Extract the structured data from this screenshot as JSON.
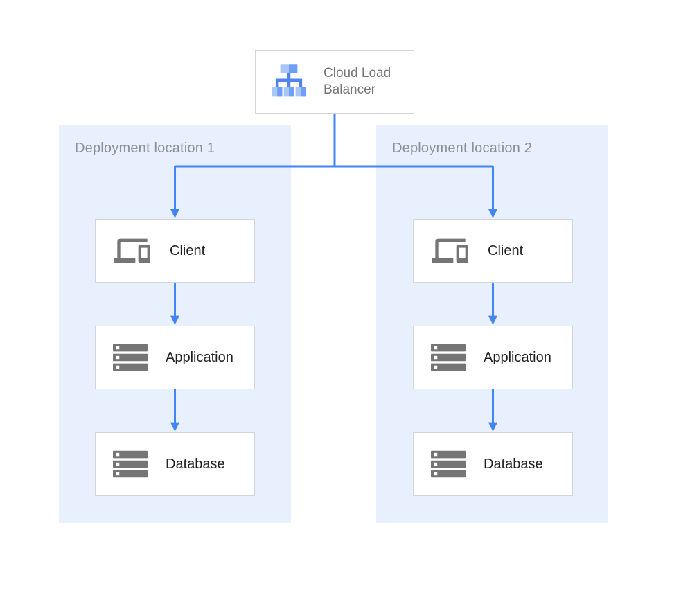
{
  "diagram": {
    "load_balancer": {
      "label": "Cloud Load Balancer",
      "icon": "load-balancer-icon"
    },
    "regions": [
      {
        "label": "Deployment location 1",
        "nodes": [
          {
            "label": "Client",
            "icon": "devices-icon"
          },
          {
            "label": "Application",
            "icon": "server-stack-icon"
          },
          {
            "label": "Database",
            "icon": "server-stack-icon"
          }
        ]
      },
      {
        "label": "Deployment location 2",
        "nodes": [
          {
            "label": "Client",
            "icon": "devices-icon"
          },
          {
            "label": "Application",
            "icon": "server-stack-icon"
          },
          {
            "label": "Database",
            "icon": "server-stack-icon"
          }
        ]
      }
    ],
    "connections": [
      {
        "from": "cloud-load-balancer",
        "to": "client-1"
      },
      {
        "from": "cloud-load-balancer",
        "to": "client-2"
      },
      {
        "from": "client-1",
        "to": "application-1"
      },
      {
        "from": "application-1",
        "to": "database-1"
      },
      {
        "from": "client-2",
        "to": "application-2"
      },
      {
        "from": "application-2",
        "to": "database-2"
      }
    ],
    "colors": {
      "arrow_blue": "#4285F4",
      "region_background": "#E8F0FE",
      "region_label_gray": "#8B9095",
      "node_label_dark": "#202124",
      "lb_label_gray": "#757575",
      "icon_gray": "#757575",
      "box_border": "#D2D5DA",
      "lb_icon_light_blue": "#A8C6F8",
      "lb_icon_medium_blue": "#6F9EF6",
      "lb_icon_dark_blue": "#5083F0"
    }
  }
}
